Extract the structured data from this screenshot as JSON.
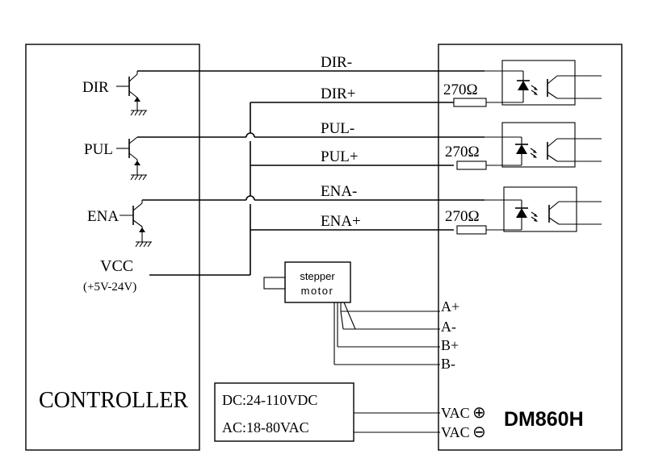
{
  "controller": {
    "title": "CONTROLLER",
    "inputs": {
      "dir": "DIR",
      "pul": "PUL",
      "ena": "ENA"
    },
    "vcc": "VCC",
    "vcc_range": "(+5V-24V)"
  },
  "wires": {
    "dir_minus": "DIR-",
    "dir_plus": "DIR+",
    "pul_minus": "PUL-",
    "pul_plus": "PUL+",
    "ena_minus": "ENA-",
    "ena_plus": "ENA+"
  },
  "driver": {
    "model": "DM860H",
    "resistor": "270Ω",
    "phases": {
      "a_plus": "A+",
      "a_minus": "A-",
      "b_plus": "B+",
      "b_minus": "B-"
    },
    "vac_plus": "VAC",
    "vac_minus": "VAC",
    "plus_symbol": "⊕",
    "minus_symbol": "⊖"
  },
  "motor": {
    "line1": "stepper",
    "line2": "motor"
  },
  "power_supply": {
    "dc": "DC:24-110VDC",
    "ac": "AC:18-80VAC"
  }
}
